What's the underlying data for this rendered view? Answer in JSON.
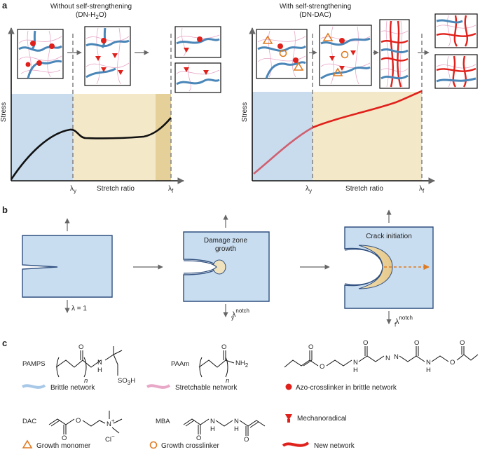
{
  "panel_a": {
    "letter": "a",
    "left": {
      "title_line1": "Without self-strengthening",
      "title_line2": "(DN-H",
      "title_sub": "2",
      "title_tail": "O)",
      "ylabel": "Stress",
      "xlabel": "Stretch ratio",
      "tick_y": "λ",
      "tick_y_sub": "y",
      "tick_f": "λ",
      "tick_f_sub": "f"
    },
    "right": {
      "title_line1": "With self-strengthening",
      "title_line2": "(DN-DAC)",
      "ylabel": "Stress",
      "xlabel": "Stretch ratio",
      "tick_y": "λ",
      "tick_y_sub": "y",
      "tick_f": "λ",
      "tick_f_sub": "f"
    }
  },
  "panel_b": {
    "letter": "b",
    "stage1_label": "λ = 1",
    "stage2_title_line1": "Damage zone",
    "stage2_title_line2": "growth",
    "stage2_label": "λ",
    "stage2_label_sup": "notch",
    "stage2_label_sub": "y",
    "stage3_title": "Crack initiation",
    "stage3_label": "λ",
    "stage3_label_sup": "notch",
    "stage3_label_sub": "f"
  },
  "panel_c": {
    "letter": "c",
    "pamps": "PAMPS",
    "paam": "PAAm",
    "dac": "DAC",
    "mba": "MBA",
    "atoms": {
      "O": "O",
      "H": "H",
      "N": "N",
      "n": "n",
      "so3h": "SO",
      "so3h_sub": "3",
      "so3h_tail": "H",
      "nh2": "NH",
      "nh2_sub": "2",
      "cl": "Cl",
      "cl_sup": "−",
      "nplus": "N",
      "plus": "+"
    },
    "legend": {
      "brittle": "Brittle network",
      "stretchable": "Stretchable network",
      "azo": "Azo-crosslinker in brittle network",
      "mechanoradical": "Mechanoradical",
      "growth_monomer": "Growth monomer",
      "growth_crosslinker": "Growth crosslinker",
      "new_network": "New network"
    }
  },
  "colors": {
    "blue_network": "#4a86b8",
    "pink_network": "#e8a8c8",
    "red": "#e0201a",
    "orange": "#e07a20",
    "zone_blue": "#c8dcee",
    "zone_yellow": "#f3e8c8",
    "zone_gold": "#e6d09a",
    "specimen": "#c9ddf0",
    "specimen_edge": "#2f4f7f"
  }
}
